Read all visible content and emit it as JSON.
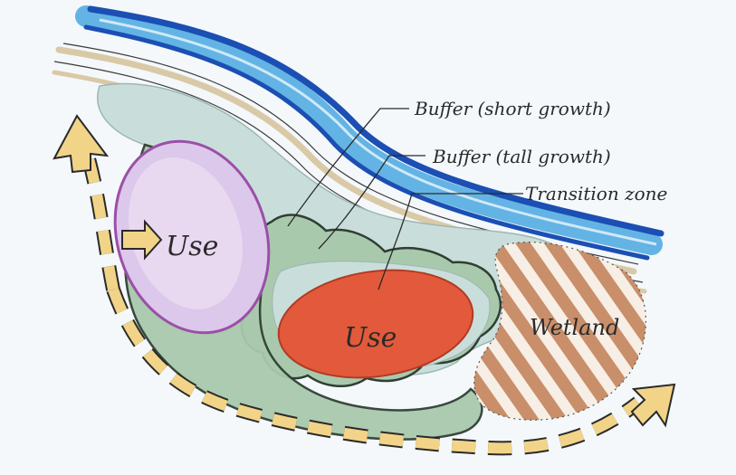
{
  "diagram": {
    "labels": {
      "buffer_short": "Buffer (short growth)",
      "buffer_tall": "Buffer (tall growth)",
      "transition": "Transition zone",
      "use_left": "Use",
      "use_center": "Use",
      "wetland": "Wetland"
    },
    "colors": {
      "paper": "#f4f8fb",
      "river_dark": "#1b4fb3",
      "river_light": "#49a8e0",
      "bank": "#d9c9a6",
      "buffer_short": "#c9dedb",
      "buffer_tall": "#a9c9ad",
      "use_left_fill": "#dcc8ea",
      "use_left_edge": "#9b4fa8",
      "use_center_fill": "#e25a3b",
      "wetland_stripe": "#c98f6a",
      "arrow_fill": "#f2d489",
      "arrow_stroke": "#2a2a2a"
    }
  }
}
